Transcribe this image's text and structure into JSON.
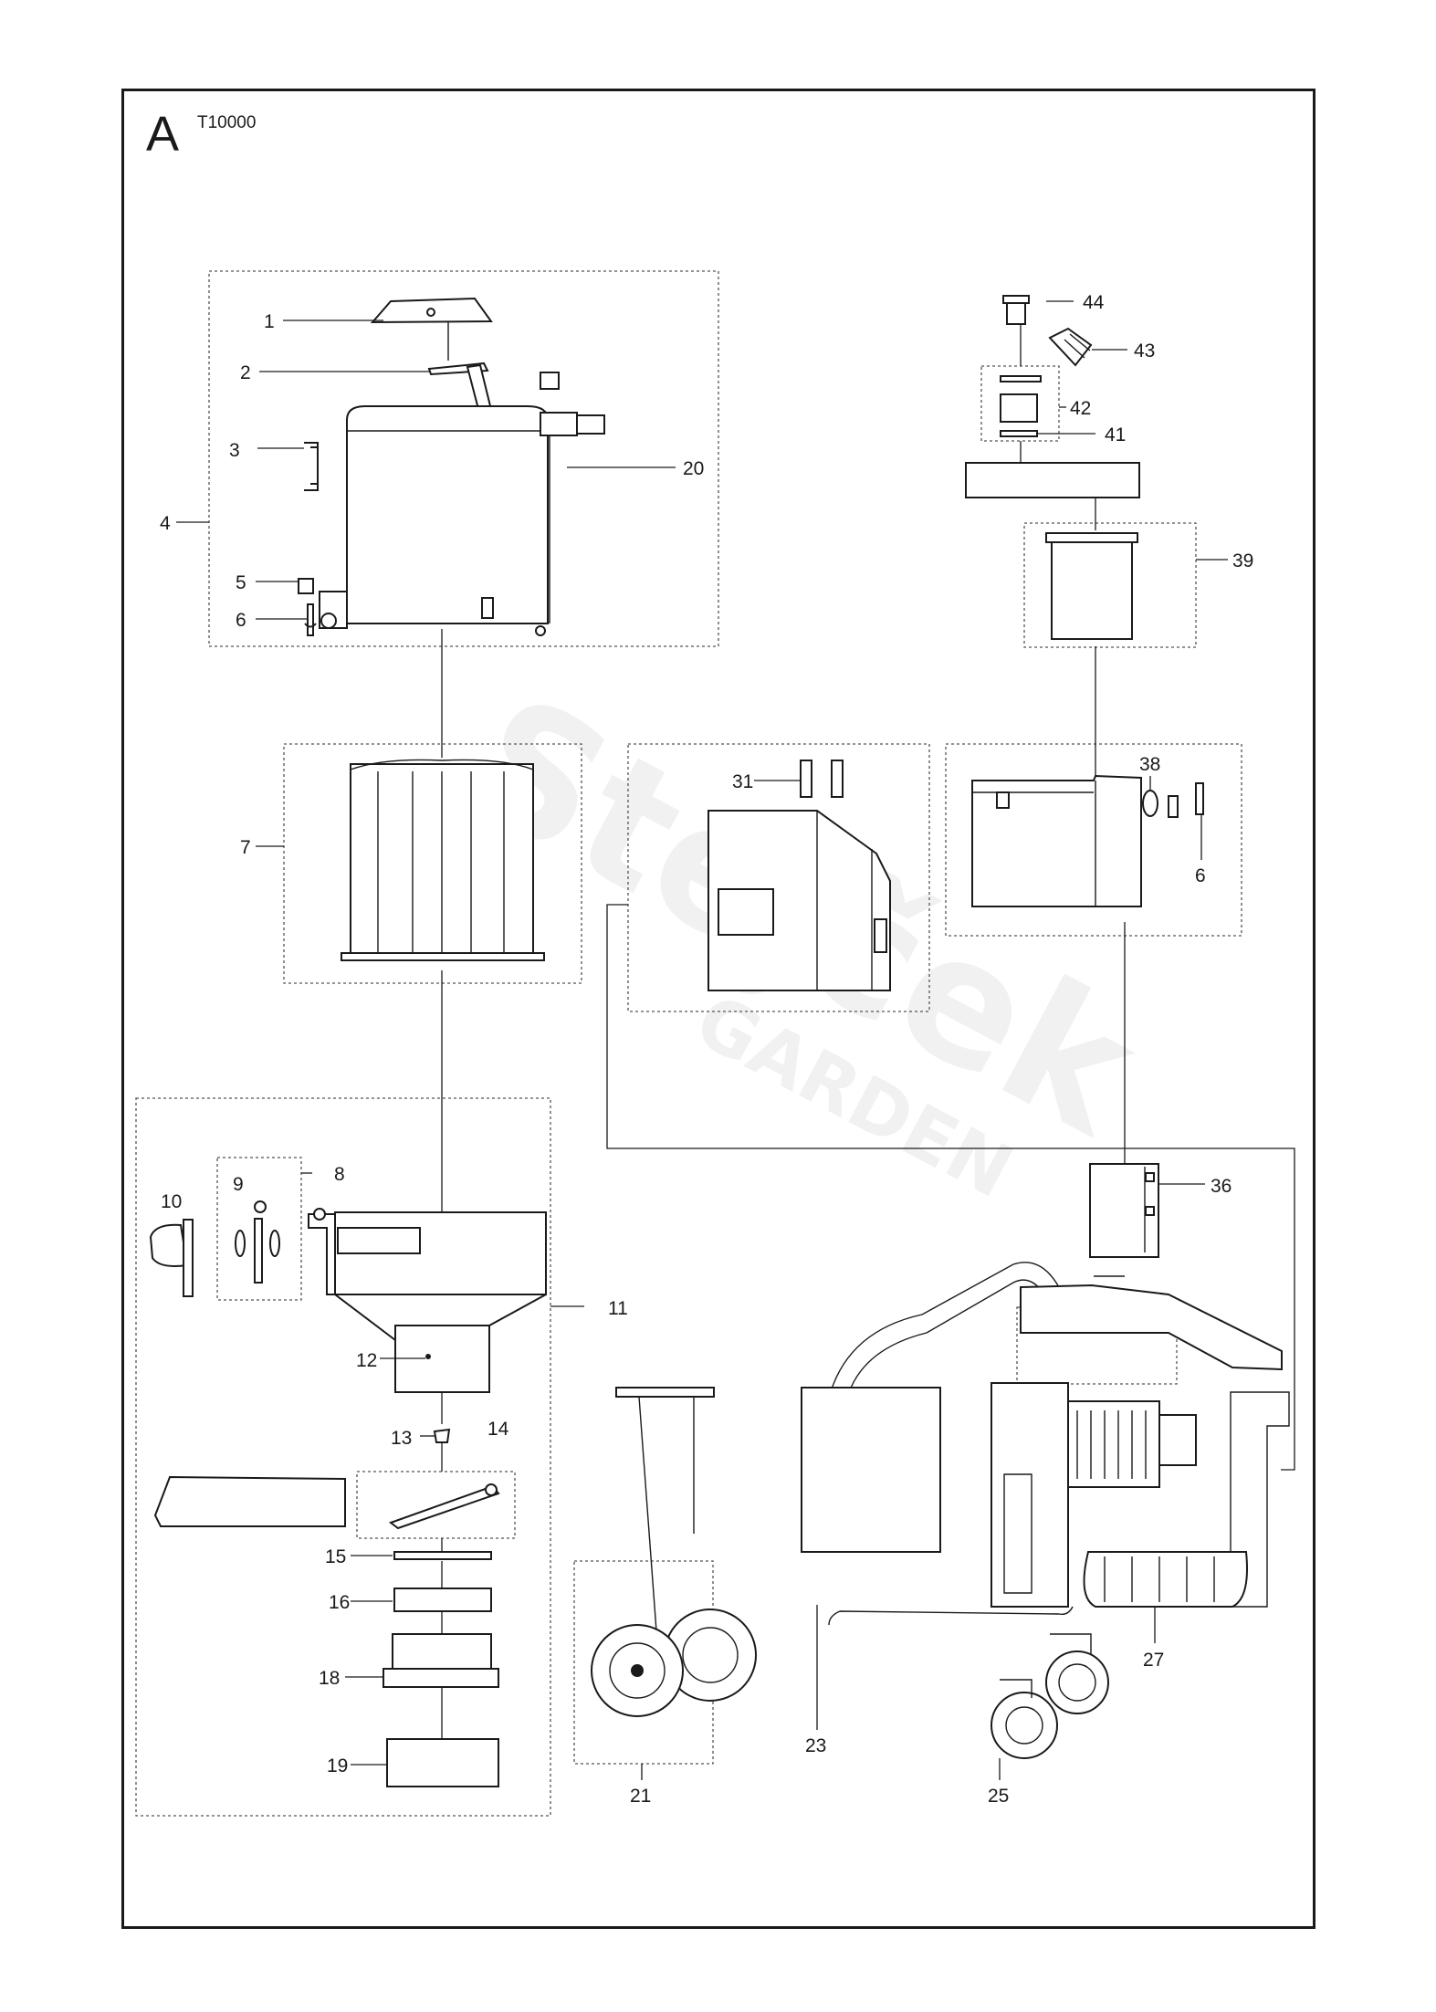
{
  "header": {
    "section_letter": "A",
    "model_code": "T10000"
  },
  "watermark": {
    "brand": "Stejček",
    "sub": "GARDEN"
  },
  "callouts": [
    "1",
    "2",
    "3",
    "4",
    "5",
    "6",
    "7",
    "8",
    "9",
    "10",
    "11",
    "12",
    "13",
    "14",
    "15",
    "16",
    "18",
    "19",
    "20",
    "21",
    "23",
    "25",
    "27",
    "31",
    "36",
    "38",
    "39",
    "41",
    "42",
    "43",
    "44",
    "6"
  ]
}
